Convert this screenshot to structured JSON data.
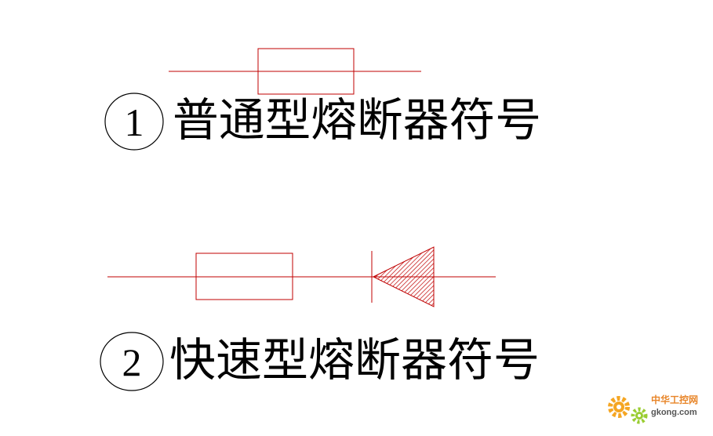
{
  "diagram": {
    "line_color": "#c00000",
    "text_color": "#000000",
    "items": [
      {
        "number": "1",
        "label": "普通型熔断器符号"
      },
      {
        "number": "2",
        "label": "快速型熔断器符号"
      }
    ]
  },
  "watermark": {
    "brand": "中华工控网",
    "domain": "gkong.com",
    "gear_color": "#f5a623",
    "gear2_color": "#9acd32"
  }
}
